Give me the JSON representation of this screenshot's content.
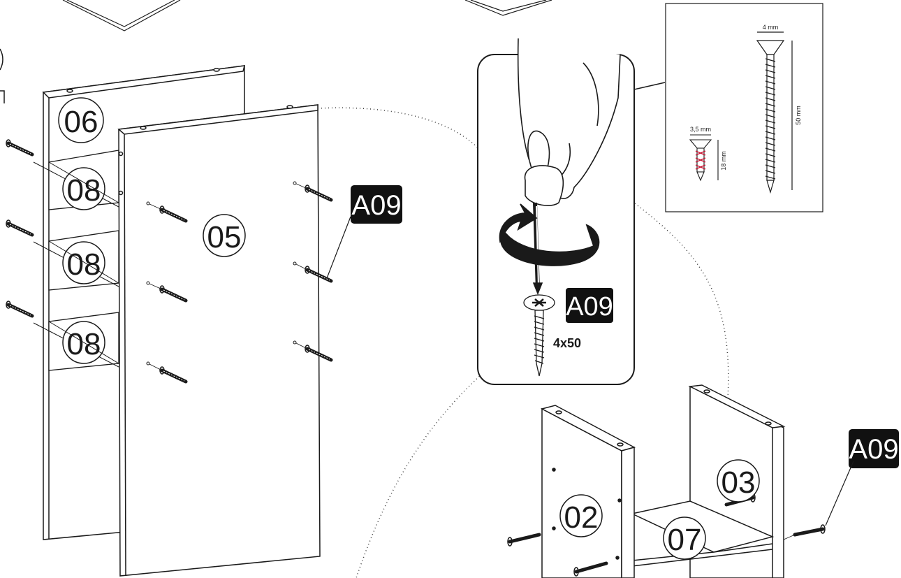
{
  "parts": {
    "p06": "06",
    "p08a": "08",
    "p08b": "08",
    "p08c": "08",
    "p05": "05",
    "p02": "02",
    "p03": "03",
    "p07": "07"
  },
  "tags": {
    "a09_main": "A09",
    "a09_inset": "A09",
    "a09_right": "A09"
  },
  "inset": {
    "screw_size": "4x50"
  },
  "screw_spec": {
    "long_width": "4 mm",
    "long_length": "50 mm",
    "short_width": "3,5 mm",
    "short_length": "18 mm"
  },
  "colors": {
    "line": "#1a1a1a",
    "tag_bg": "#111111",
    "tag_text": "#ffffff",
    "dotted": "#333333",
    "hatch_red": "#c8102e"
  }
}
